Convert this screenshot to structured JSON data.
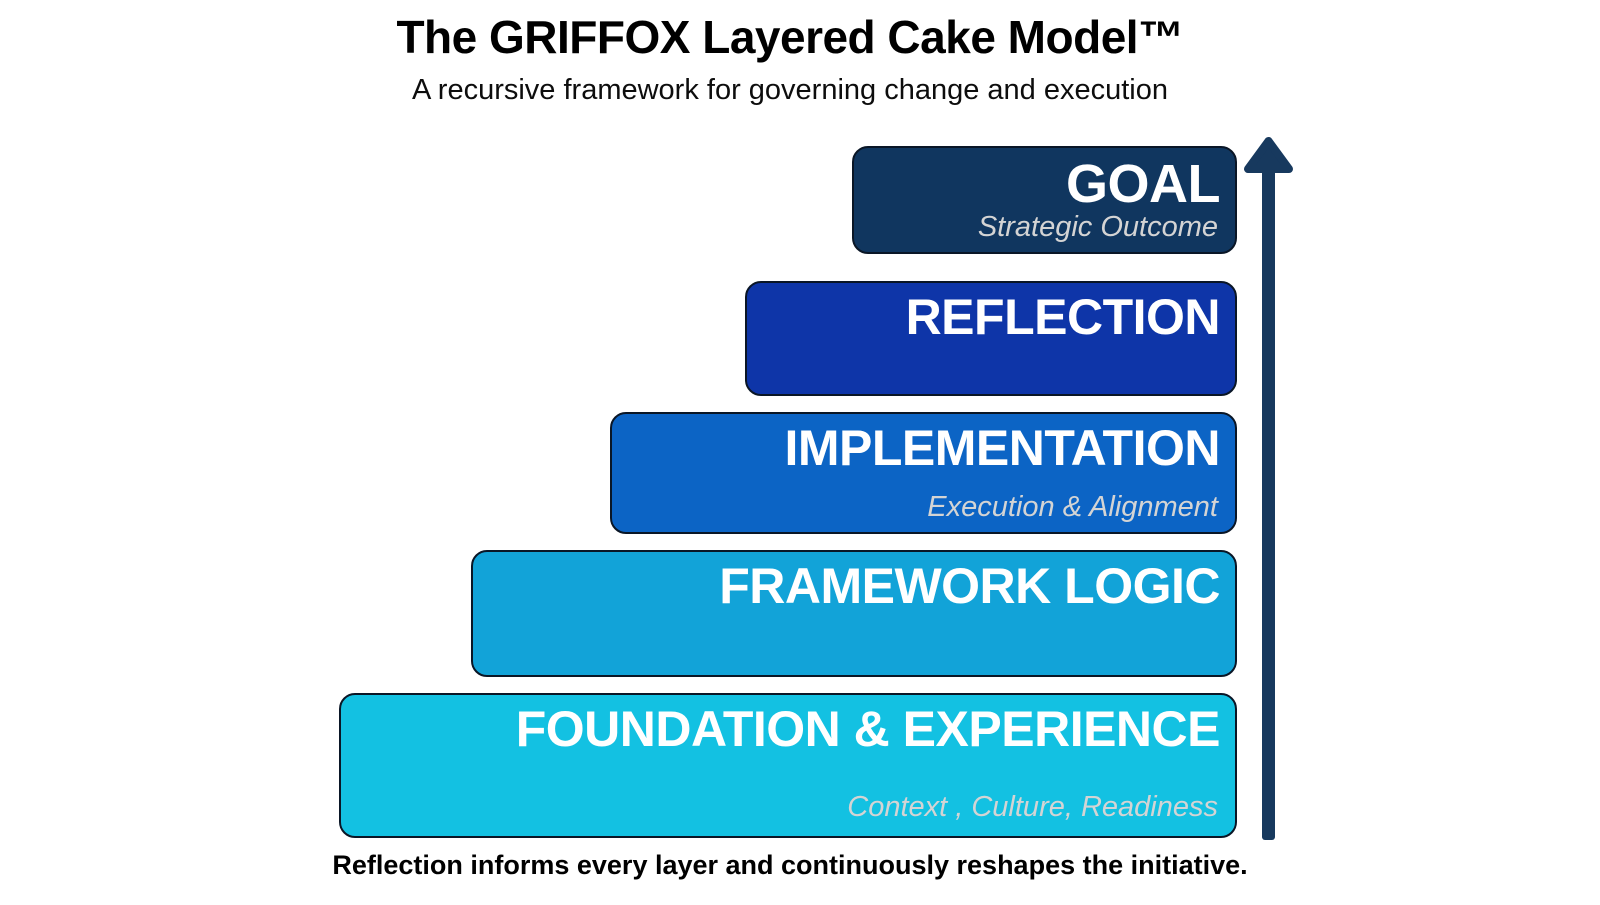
{
  "header": {
    "title": "The GRIFFOX Layered Cake Model™",
    "subtitle": "A recursive framework for governing change and execution"
  },
  "layers": [
    {
      "id": "goal",
      "label": "GOAL",
      "sublabel": "Strategic Outcome",
      "color": "#10365f"
    },
    {
      "id": "reflection",
      "label": "REFLECTION",
      "sublabel": "",
      "color": "#0e35a8"
    },
    {
      "id": "implementation",
      "label": "IMPLEMENTATION",
      "sublabel": "Execution & Alignment",
      "color": "#0c64c5"
    },
    {
      "id": "framework-logic",
      "label": "FRAMEWORK LOGIC",
      "sublabel": "",
      "color": "#12a3d8"
    },
    {
      "id": "foundation-experience",
      "label": "FOUNDATION & EXPERIENCE",
      "sublabel": "Context , Culture, Readiness",
      "color": "#13c1e2"
    }
  ],
  "arrow": {
    "name": "up-arrow",
    "color": "#17395e"
  },
  "footer": {
    "caption": "Reflection informs every layer and continuously reshapes the initiative."
  },
  "colors": {
    "background": "#ffffff",
    "layer_border": "#0a1626",
    "layer_title_text": "#ffffff",
    "sublabel_text": "#d4d4d4",
    "heading_text": "#000000"
  }
}
